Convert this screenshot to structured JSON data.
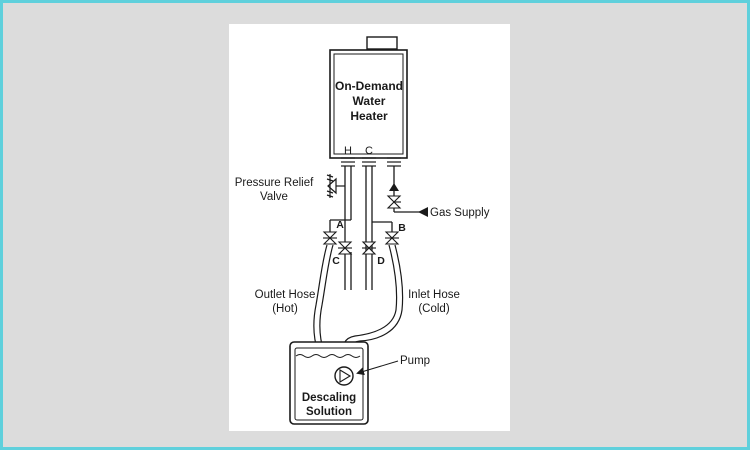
{
  "diagram": {
    "heater": {
      "line1": "On-Demand",
      "line2": "Water",
      "line3": "Heater",
      "port_hot": "H",
      "port_cold": "C"
    },
    "pressure_relief": {
      "line1": "Pressure Relief",
      "line2": "Valve"
    },
    "gas_supply": "Gas Supply",
    "valve_labels": {
      "a": "A",
      "b": "B",
      "c": "C",
      "d": "D"
    },
    "outlet_hose": {
      "line1": "Outlet Hose",
      "line2": "(Hot)"
    },
    "inlet_hose": {
      "line1": "Inlet Hose",
      "line2": "(Cold)"
    },
    "pump": "Pump",
    "bucket": {
      "line1": "Descaling",
      "line2": "Solution"
    }
  }
}
